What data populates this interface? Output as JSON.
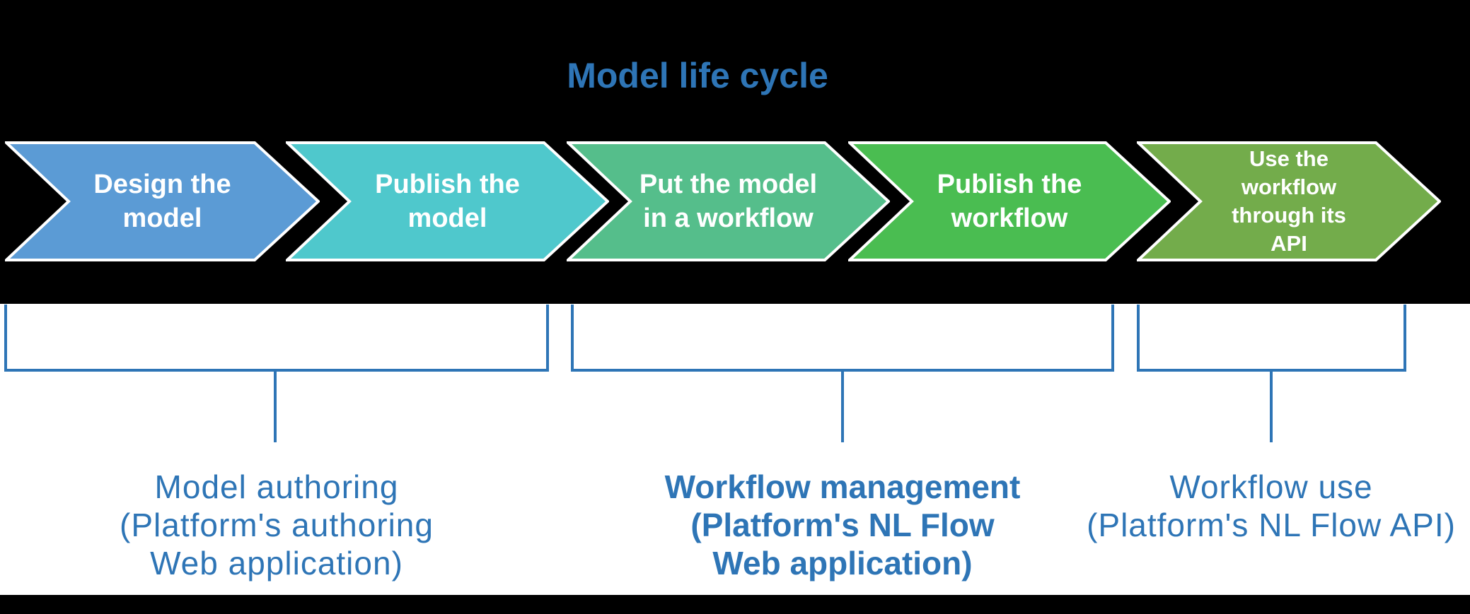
{
  "title": {
    "text": "Model life cycle"
  },
  "colors": {
    "background": "#000000",
    "panel": "#FFFFFF",
    "accent_blue": "#2E75B6",
    "chevron_text": "#FFFFFF",
    "chevron_outline": "#FFFFFF"
  },
  "chevrons": [
    {
      "name": "design-the-model",
      "color": "#5B9BD5",
      "lines": [
        "Design the",
        "model"
      ]
    },
    {
      "name": "publish-the-model",
      "color": "#4FC8CC",
      "lines": [
        "Publish the",
        "model"
      ]
    },
    {
      "name": "put-the-model-in-a-workflow",
      "color": "#55BE8B",
      "lines": [
        "Put the model",
        "in a workflow"
      ]
    },
    {
      "name": "publish-the-workflow",
      "color": "#4ABD51",
      "lines": [
        "Publish the",
        "workflow"
      ]
    },
    {
      "name": "use-the-workflow-through-its-api",
      "color": "#73AC4B",
      "lines": [
        "Use the",
        "workflow",
        "through its",
        "API"
      ]
    }
  ],
  "groups": [
    {
      "emphasis": "light",
      "lines": [
        "Model authoring",
        "(Platform's authoring",
        "Web application)"
      ]
    },
    {
      "emphasis": "bold",
      "lines": [
        "Workflow management",
        "(Platform's NL Flow",
        "Web application)"
      ]
    },
    {
      "emphasis": "light",
      "lines": [
        "Workflow use",
        "(Platform's NL Flow API)"
      ]
    }
  ]
}
